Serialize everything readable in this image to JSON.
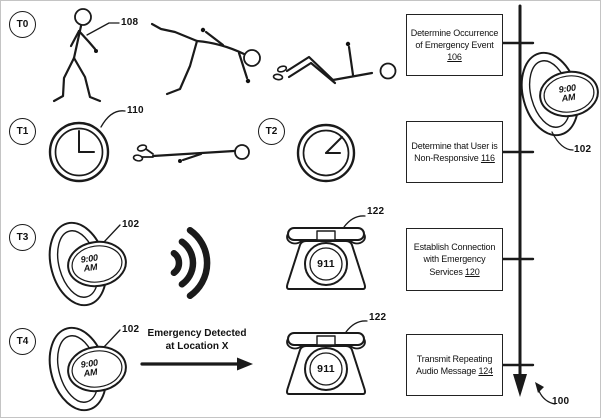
{
  "figure_refs": {
    "system": "100",
    "watch": "102",
    "walking_person": "108",
    "clock": "110",
    "phone": "122"
  },
  "time_markers": {
    "t0": "T0",
    "t1": "T1",
    "t2": "T2",
    "t3": "T3",
    "t4": "T4"
  },
  "steps": [
    {
      "pre": "Determine Occurrence\nof Emergency Event",
      "last": "",
      "ref": "106"
    },
    {
      "pre": "Determine that User is",
      "last": "Non-Responsive ",
      "ref": "116"
    },
    {
      "pre": "Establish Connection\nwith Emergency",
      "last": "Services ",
      "ref": "120"
    },
    {
      "pre": "Transmit Repeating",
      "last": "Audio Message ",
      "ref": "124"
    }
  ],
  "watch_display": {
    "time": "9:00",
    "meridiem": "AM"
  },
  "phone_dial": "911",
  "annotation": {
    "line1": "Emergency Detected",
    "line2": "at Location X"
  },
  "icons": [
    "walking-person-icon",
    "falling-person-icon",
    "lying-person-arm-raised-icon",
    "lying-person-flat-icon",
    "analog-clock-icon",
    "smartwatch-icon",
    "sound-waves-icon",
    "rotary-phone-icon",
    "timeline-arrow-icon"
  ]
}
